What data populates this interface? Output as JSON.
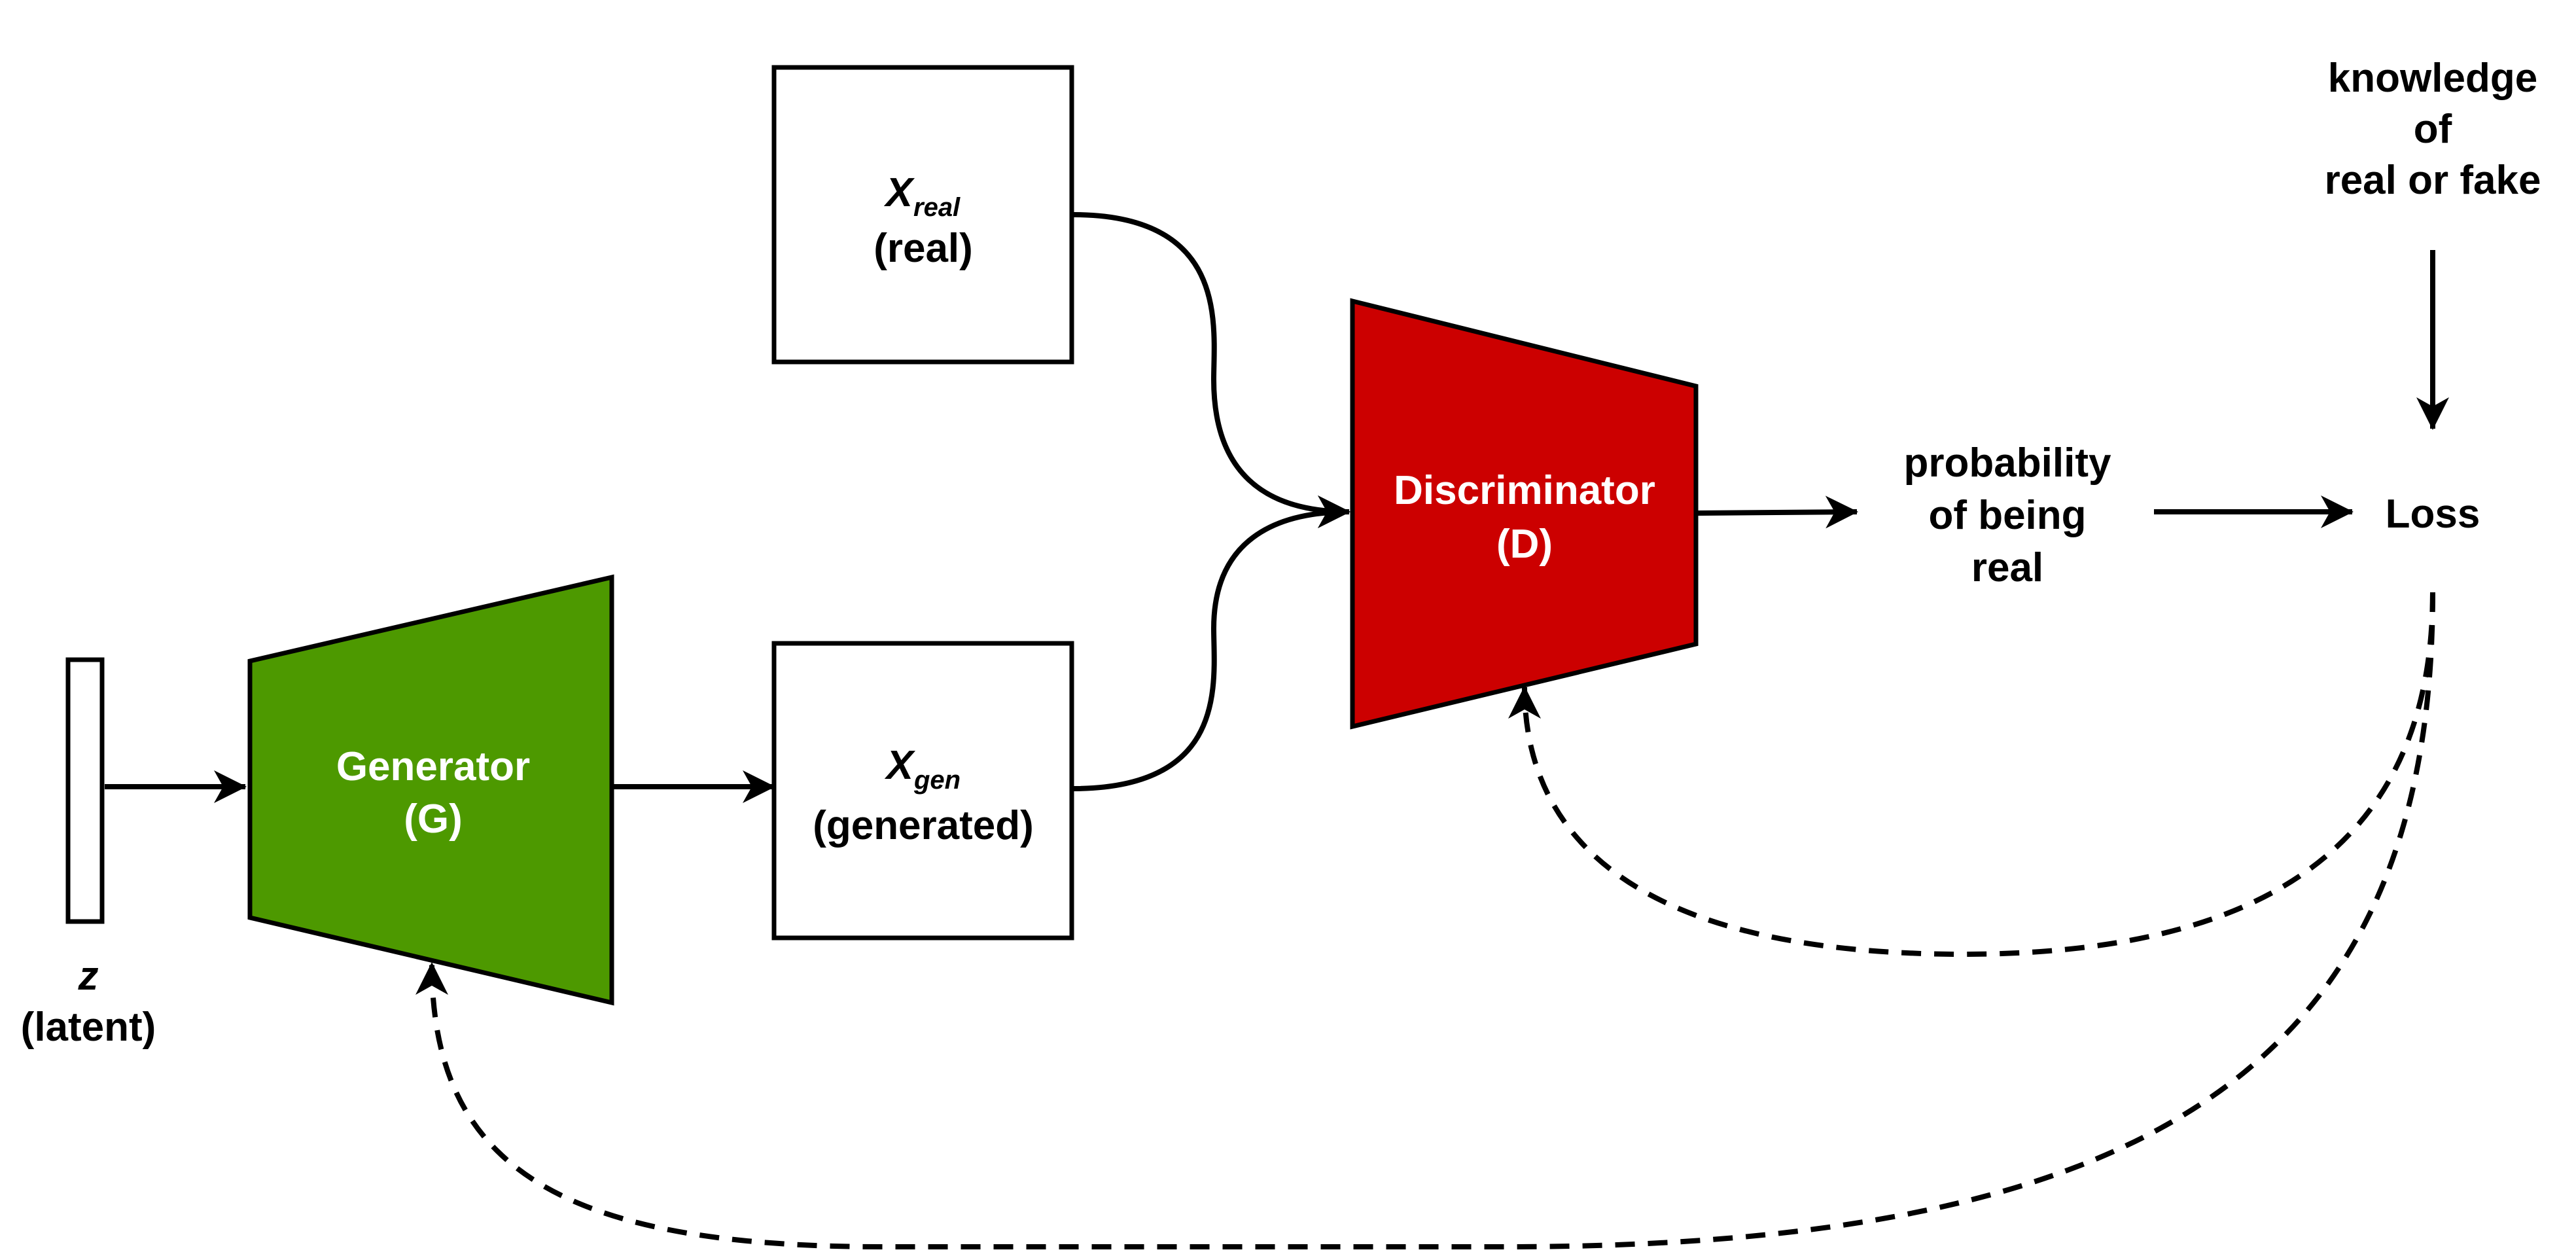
{
  "colors": {
    "generator_fill": "#4d9900",
    "discriminator_fill": "#cc0000",
    "line": "#000000",
    "node_text_light": "#ffffff"
  },
  "latent": {
    "symbol": "z",
    "label": "(latent)"
  },
  "generator": {
    "name": "Generator",
    "abbr": "(G)"
  },
  "x_real": {
    "symbol": "X",
    "subscript": "real",
    "label": "(real)"
  },
  "x_gen": {
    "symbol": "X",
    "subscript": "gen",
    "label": "(generated)"
  },
  "discriminator": {
    "name": "Discriminator",
    "abbr": "(D)"
  },
  "probability": {
    "lines": [
      "probability",
      "of being",
      "real"
    ]
  },
  "knowledge": {
    "lines": [
      "knowledge",
      "of",
      "real or fake"
    ]
  },
  "loss": {
    "label": "Loss"
  }
}
